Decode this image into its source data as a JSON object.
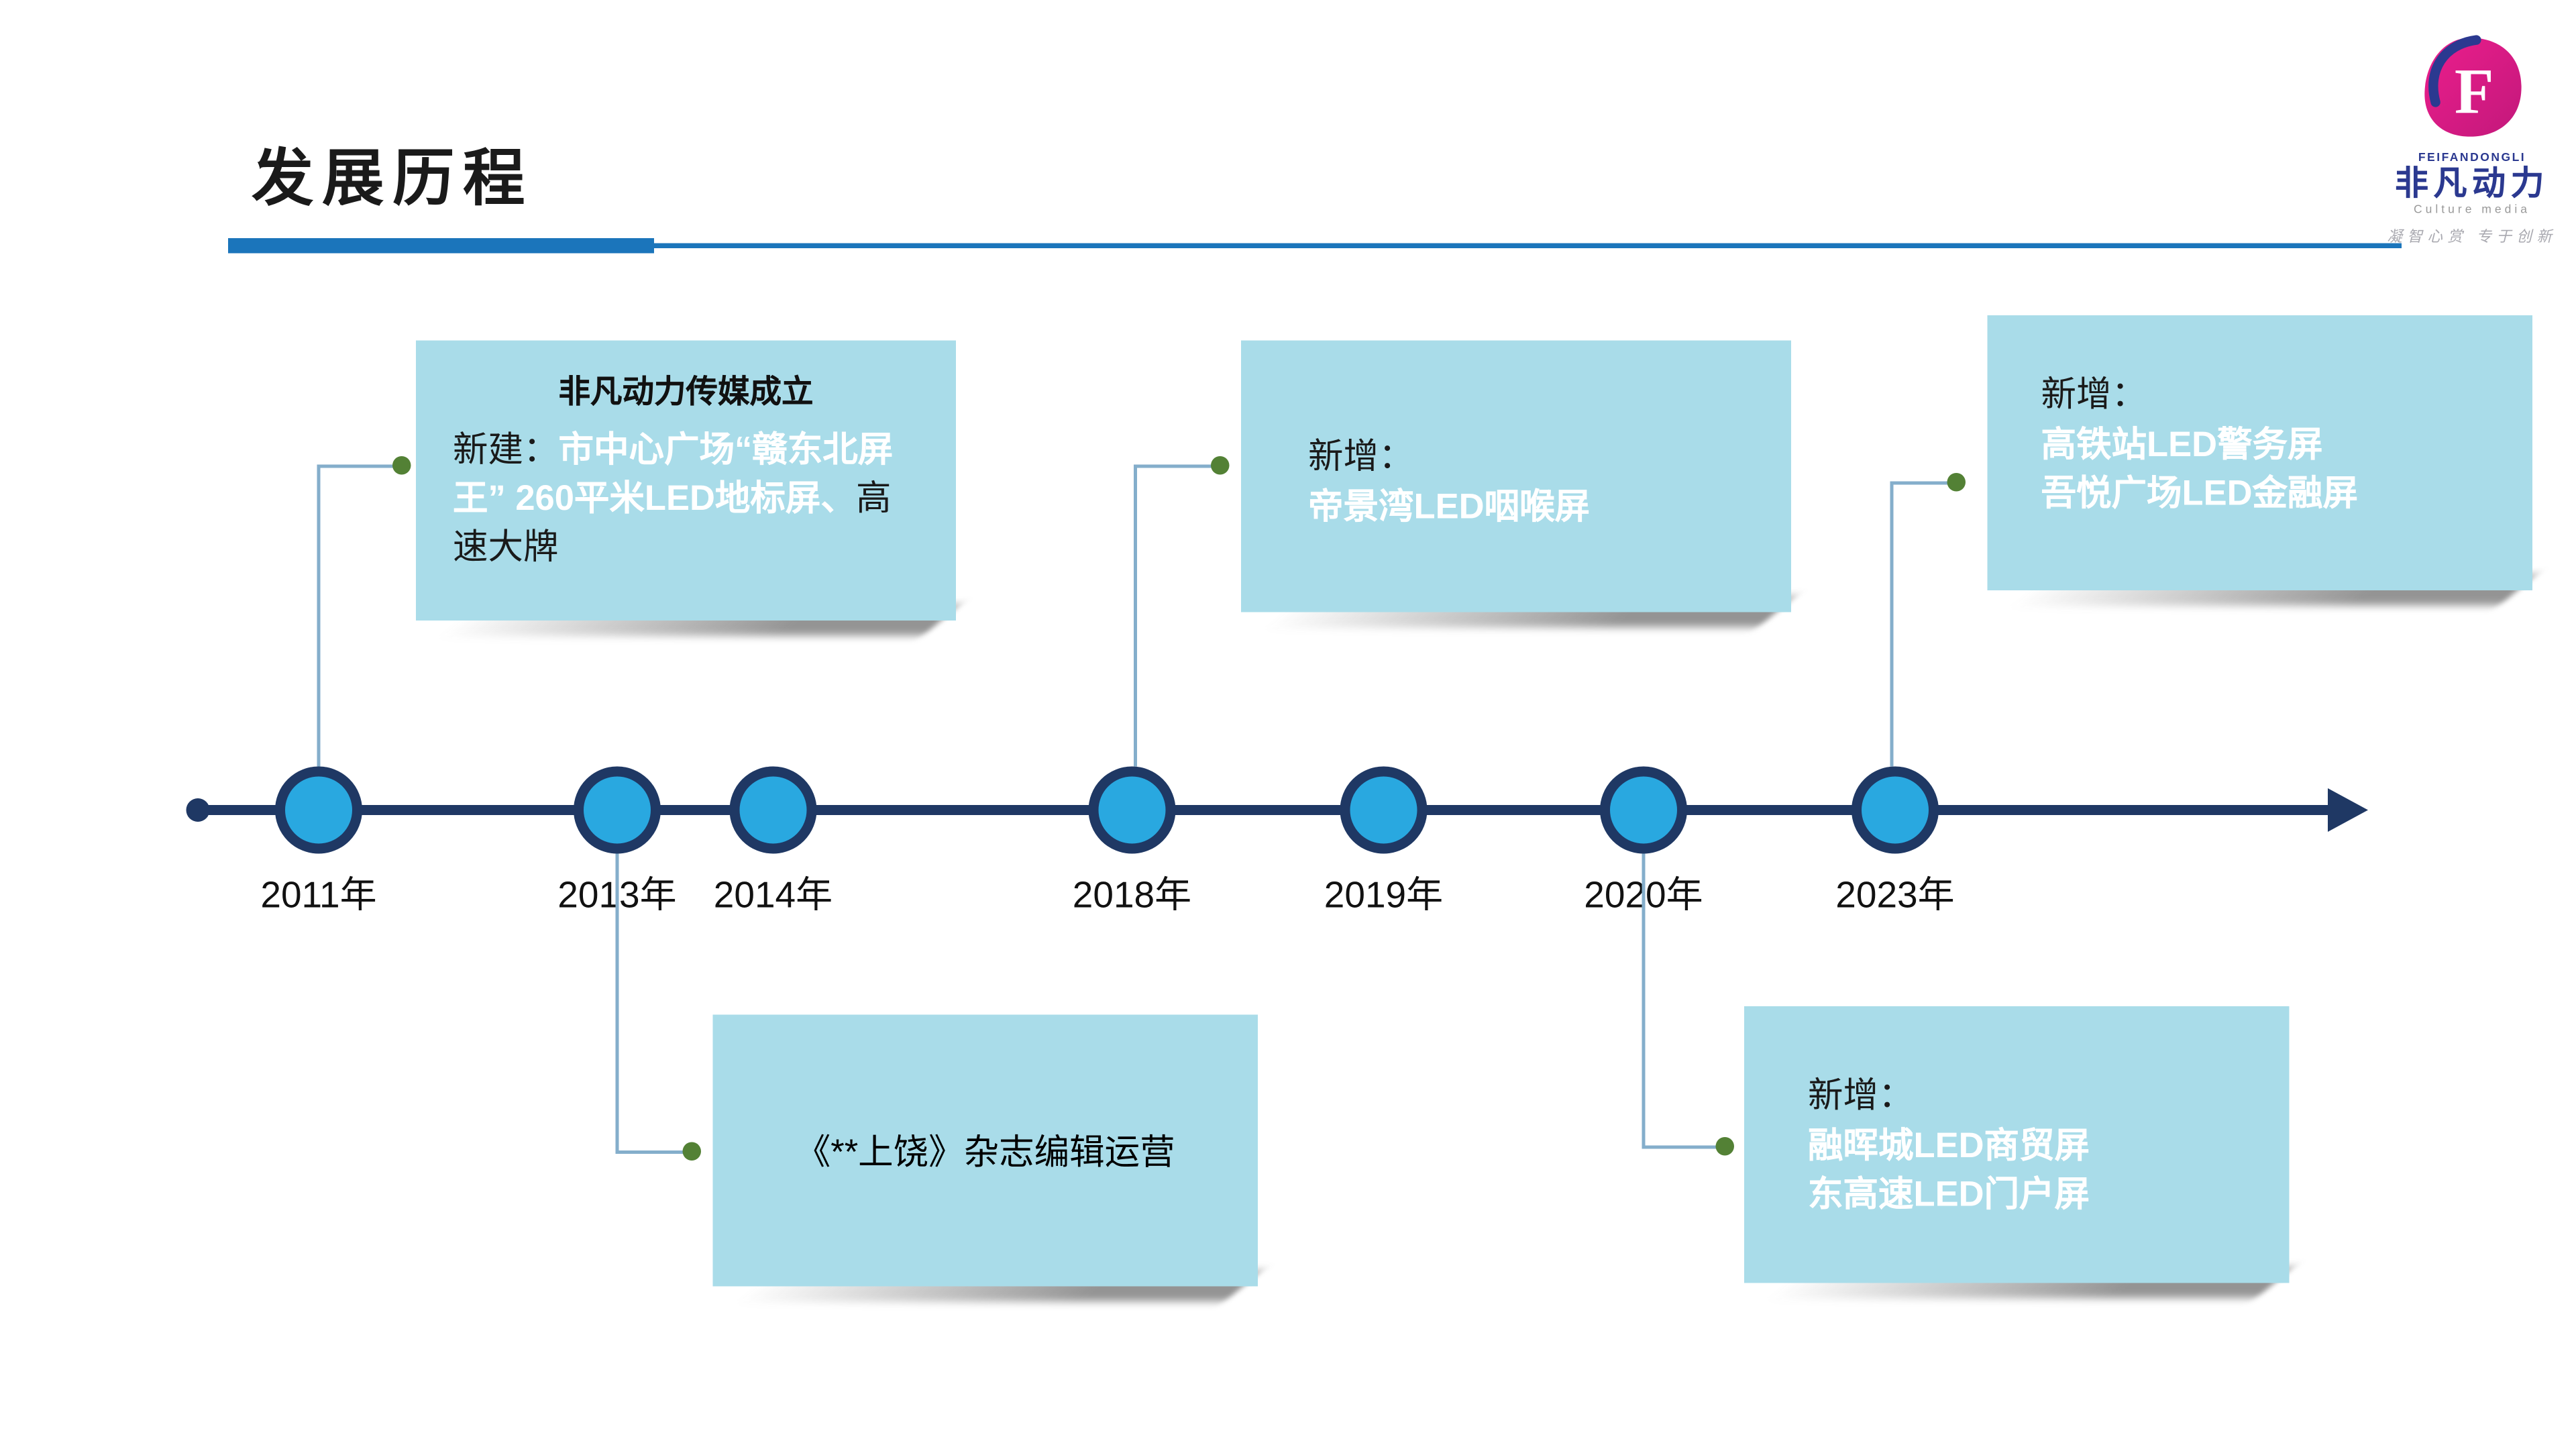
{
  "slide": {
    "title": "发展历程"
  },
  "logo": {
    "letter": "F",
    "brand_en": "FEIFANDONGLI",
    "brand_cn": "非凡动力",
    "tagline": "Culture media",
    "slogan": "凝智心赏 专于创新"
  },
  "timeline": {
    "years": [
      "2011年",
      "2013年",
      "2014年",
      "2018年",
      "2019年",
      "2020年",
      "2023年"
    ]
  },
  "callouts": {
    "y2011": {
      "title": "非凡动力传媒成立",
      "prefix": "新建：",
      "highlight": "市中心广场“赣东北屏王” 260平米LED地标屏、",
      "suffix": "高速大牌"
    },
    "y2013": {
      "text": "《**上饶》杂志编辑运营"
    },
    "y2018": {
      "prefix": "新增：",
      "line1": "帝景湾LED咽喉屏"
    },
    "y2020": {
      "prefix": "新增：",
      "line1": "融晖城LED商贸屏",
      "line2": "东高速LED门户屏"
    },
    "y2023": {
      "prefix": "新增：",
      "line1": "高铁站LED警务屏",
      "line2": "吾悦广场LED金融屏"
    }
  }
}
